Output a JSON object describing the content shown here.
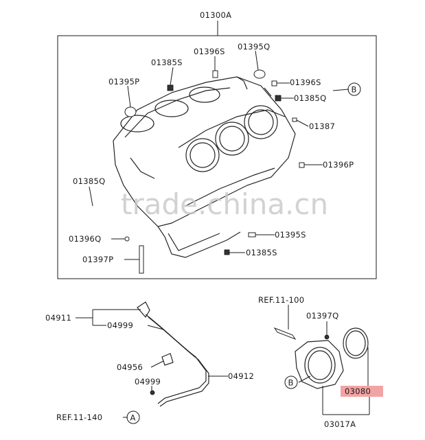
{
  "diagram": {
    "watermark": "trade.china.cn",
    "highlight_color": "#f2a3a3",
    "labels": {
      "block_assy": "01300A",
      "p01396s_a": "01396S",
      "p01395q_a": "01395Q",
      "p01385s_a": "01385S",
      "p01396s_b": "01396S",
      "p01395p": "01395P",
      "p01385q_a": "01385Q",
      "p01387": "01387",
      "p01396p": "01396P",
      "p01385q_b": "01385Q",
      "p01395s": "01395S",
      "p01396q": "01396Q",
      "p01385s_b": "01385S",
      "p01397p": "01397P",
      "ref_11_100": "REF.11-100",
      "p04911": "04911",
      "p01397q": "01397Q",
      "p04999_a": "04999",
      "p04956": "04956",
      "p04912": "04912",
      "p04999_b": "04999",
      "p03080": "03080",
      "ref_11_140": "REF.11-140",
      "p03017a": "03017A",
      "callout_b": "B",
      "callout_a": "A"
    }
  }
}
